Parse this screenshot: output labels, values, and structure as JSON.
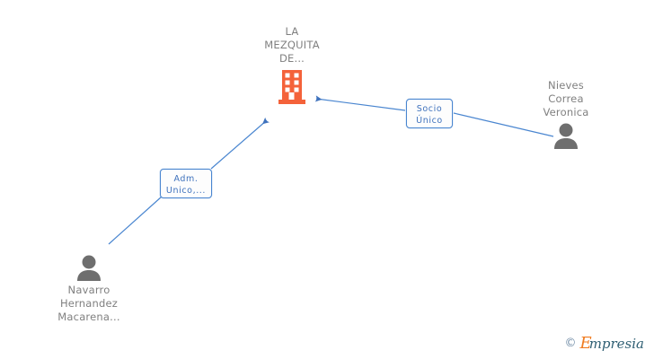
{
  "diagram": {
    "type": "org-relationship-graph",
    "background_color": "#ffffff",
    "accent_company_color": "#f4623a",
    "accent_edge_color": "#4a86d0",
    "text_color": "#808080",
    "company": {
      "name": "LA\nMEZQUITA\nDE...",
      "icon": "building-icon"
    },
    "people": [
      {
        "id": "nieves",
        "name": "Nieves\nCorrea\nVeronica",
        "icon": "person-icon",
        "position": "right"
      },
      {
        "id": "navarro",
        "name": "Navarro\nHernandez\nMacarena...",
        "icon": "person-icon",
        "position": "bottom-left"
      }
    ],
    "relations": [
      {
        "id": "socio-unico",
        "label": "Socio\nÚnico",
        "from": "nieves",
        "to": "company"
      },
      {
        "id": "adm-unico",
        "label": "Adm.\nUnico,...",
        "from": "navarro",
        "to": "company"
      }
    ]
  },
  "watermark": {
    "copyright": "©",
    "brand_initial": "E",
    "brand_rest": "mpresia"
  }
}
